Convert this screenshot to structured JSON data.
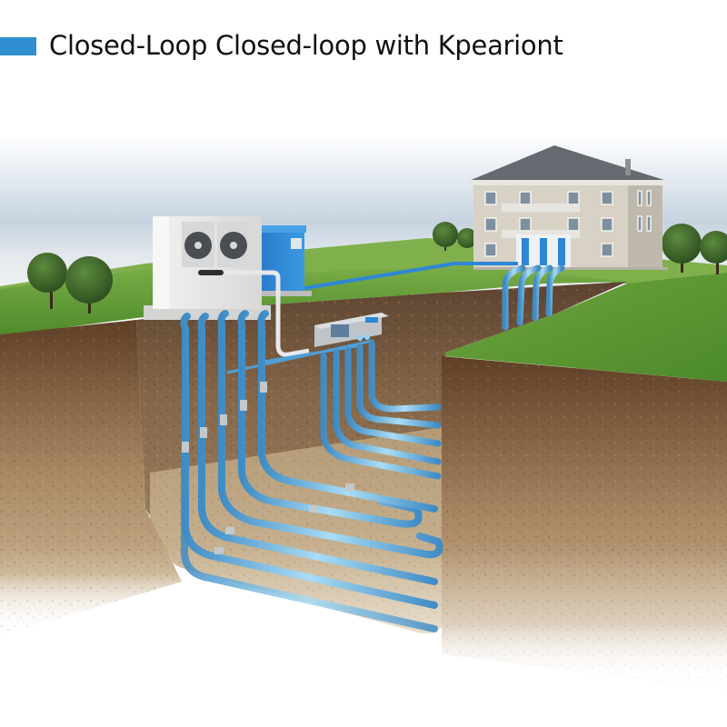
{
  "title": {
    "text": "Closed-Loop Closed-loop with Kpeariont",
    "swatch_color": "#2f8fd0"
  },
  "illustration": {
    "subject": "Closed-loop ground-source heat pump system",
    "components": [
      {
        "name": "outdoor-heat-pump-unit",
        "label": "",
        "fans": 2
      },
      {
        "name": "blue-buffer-tank",
        "label": ""
      },
      {
        "name": "manifold-box",
        "label": ""
      },
      {
        "name": "apartment-building",
        "label": "",
        "storeys": 3
      },
      {
        "name": "building-riser-manifolds",
        "label": "",
        "count": 3
      },
      {
        "name": "horizontal-ground-loops",
        "label": "",
        "count": 10
      },
      {
        "name": "building-supply-risers",
        "label": "",
        "count": 4
      }
    ],
    "colors": {
      "sky_top": "#ffffff",
      "sky_mid": "#c9d6e2",
      "grass": "#5f9a36",
      "grass_dark": "#4b7f28",
      "soil_top": "#6b4a2e",
      "soil": "#a6855f",
      "trench_floor": "#c9b391",
      "pipe": "#7fc3ea",
      "pipe_edge": "#3f8cc5",
      "tank": "#2f86d6",
      "unit": "#e8e8e6",
      "roof": "#6a6e73",
      "wall": "#d9d4c8"
    }
  }
}
